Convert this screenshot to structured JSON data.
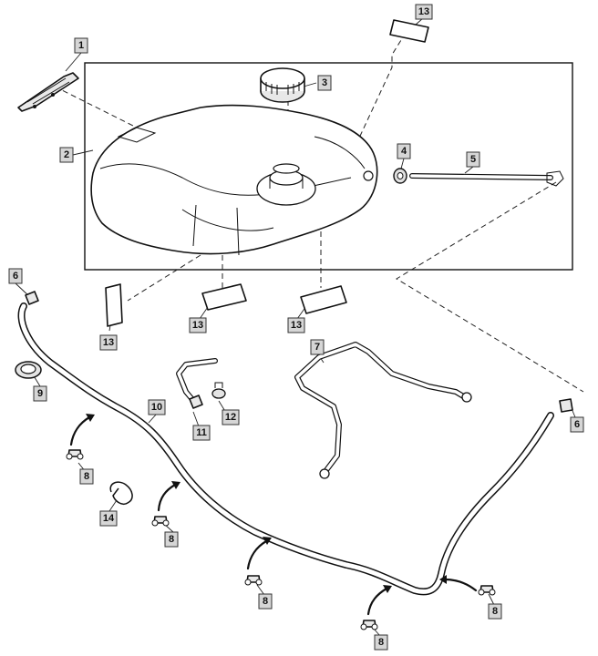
{
  "diagram": {
    "callouts": [
      {
        "id": "c1",
        "label": "1"
      },
      {
        "id": "c2",
        "label": "2"
      },
      {
        "id": "c3",
        "label": "3"
      },
      {
        "id": "c4",
        "label": "4"
      },
      {
        "id": "c5",
        "label": "5"
      },
      {
        "id": "c6a",
        "label": "6"
      },
      {
        "id": "c6b",
        "label": "6"
      },
      {
        "id": "c7",
        "label": "7"
      },
      {
        "id": "c8a",
        "label": "8"
      },
      {
        "id": "c8b",
        "label": "8"
      },
      {
        "id": "c8c",
        "label": "8"
      },
      {
        "id": "c8d",
        "label": "8"
      },
      {
        "id": "c8e",
        "label": "8"
      },
      {
        "id": "c9",
        "label": "9"
      },
      {
        "id": "c10",
        "label": "10"
      },
      {
        "id": "c11",
        "label": "11"
      },
      {
        "id": "c12",
        "label": "12"
      },
      {
        "id": "c13a",
        "label": "13"
      },
      {
        "id": "c13b",
        "label": "13"
      },
      {
        "id": "c13c",
        "label": "13"
      },
      {
        "id": "c13d",
        "label": "13"
      },
      {
        "id": "c14",
        "label": "14"
      }
    ],
    "colors": {
      "callout_fill": "#d6d6d6",
      "line": "#111111",
      "background": "#ffffff"
    }
  }
}
